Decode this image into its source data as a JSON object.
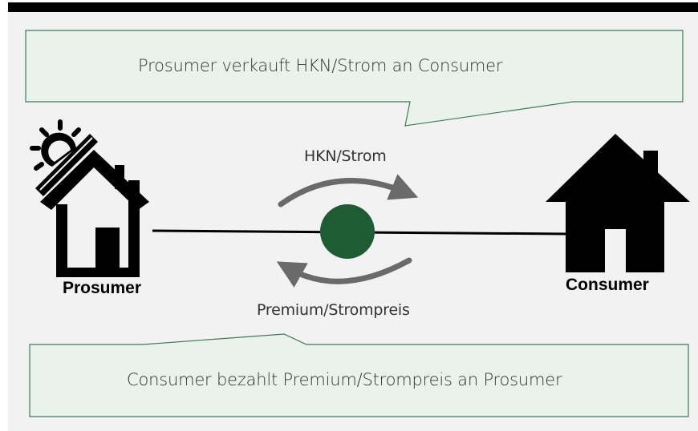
{
  "callout_top": {
    "text": "Prosumer verkauft HKN/Strom an Consumer"
  },
  "callout_bottom": {
    "text": "Consumer bezahlt Premium/Strompreis an Prosumer"
  },
  "flows": {
    "upper_label": "HKN/Strom",
    "lower_label": "Premium/Strompreis"
  },
  "parties": {
    "left": "Prosumer",
    "right": "Consumer"
  },
  "colors": {
    "callout_fill": "#e9f3ec",
    "callout_border": "#3f7a56",
    "hub": "#1e5c34",
    "background": "#f2f2f2"
  },
  "icons": {
    "left_house": "solar-house-icon",
    "right_house": "house-icon",
    "hub": "green-circle-icon",
    "exchange": "exchange-arrows-icon"
  }
}
